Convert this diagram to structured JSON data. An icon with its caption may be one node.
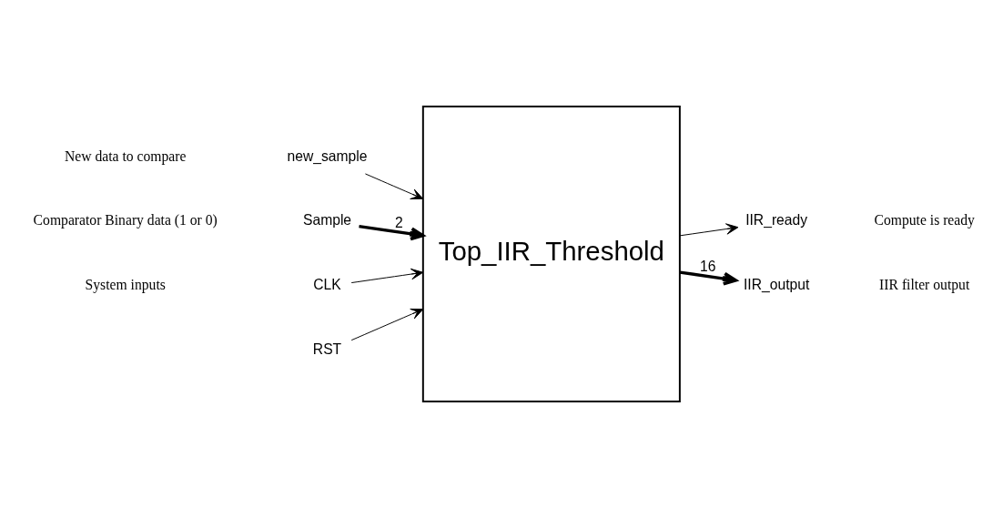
{
  "diagram": {
    "nodes": [
      {
        "text": [
          "Top_IIR_Threshold"
        ]
      },
      {
        "text": [
          "new_sample"
        ]
      },
      {
        "text": [
          "Sample"
        ]
      },
      {
        "text": [
          "CLK"
        ]
      },
      {
        "text": [
          "RST"
        ]
      },
      {
        "text": [
          "IIR_ready"
        ]
      },
      {
        "text": [
          "IIR_output"
        ]
      }
    ],
    "edges": [
      {
        "from": 1,
        "to": 0,
        "arrow": "to"
      },
      {
        "from": 2,
        "to": 0,
        "arrow": "to",
        "label": "2",
        "style": "thick"
      },
      {
        "from": 3,
        "to": 0,
        "arrow": "to"
      },
      {
        "from": 4,
        "to": 0,
        "arrow": "to"
      },
      {
        "from": 0,
        "to": 5,
        "arrow": "to"
      },
      {
        "from": 0,
        "to": 6,
        "arrow": "to",
        "label": "16",
        "style": "thick"
      }
    ],
    "labels": [
      "New data to compare",
      "Compute is ready",
      "Comparator Binary data (1 or 0)",
      "IIR filter output",
      "System inputs"
    ]
  }
}
